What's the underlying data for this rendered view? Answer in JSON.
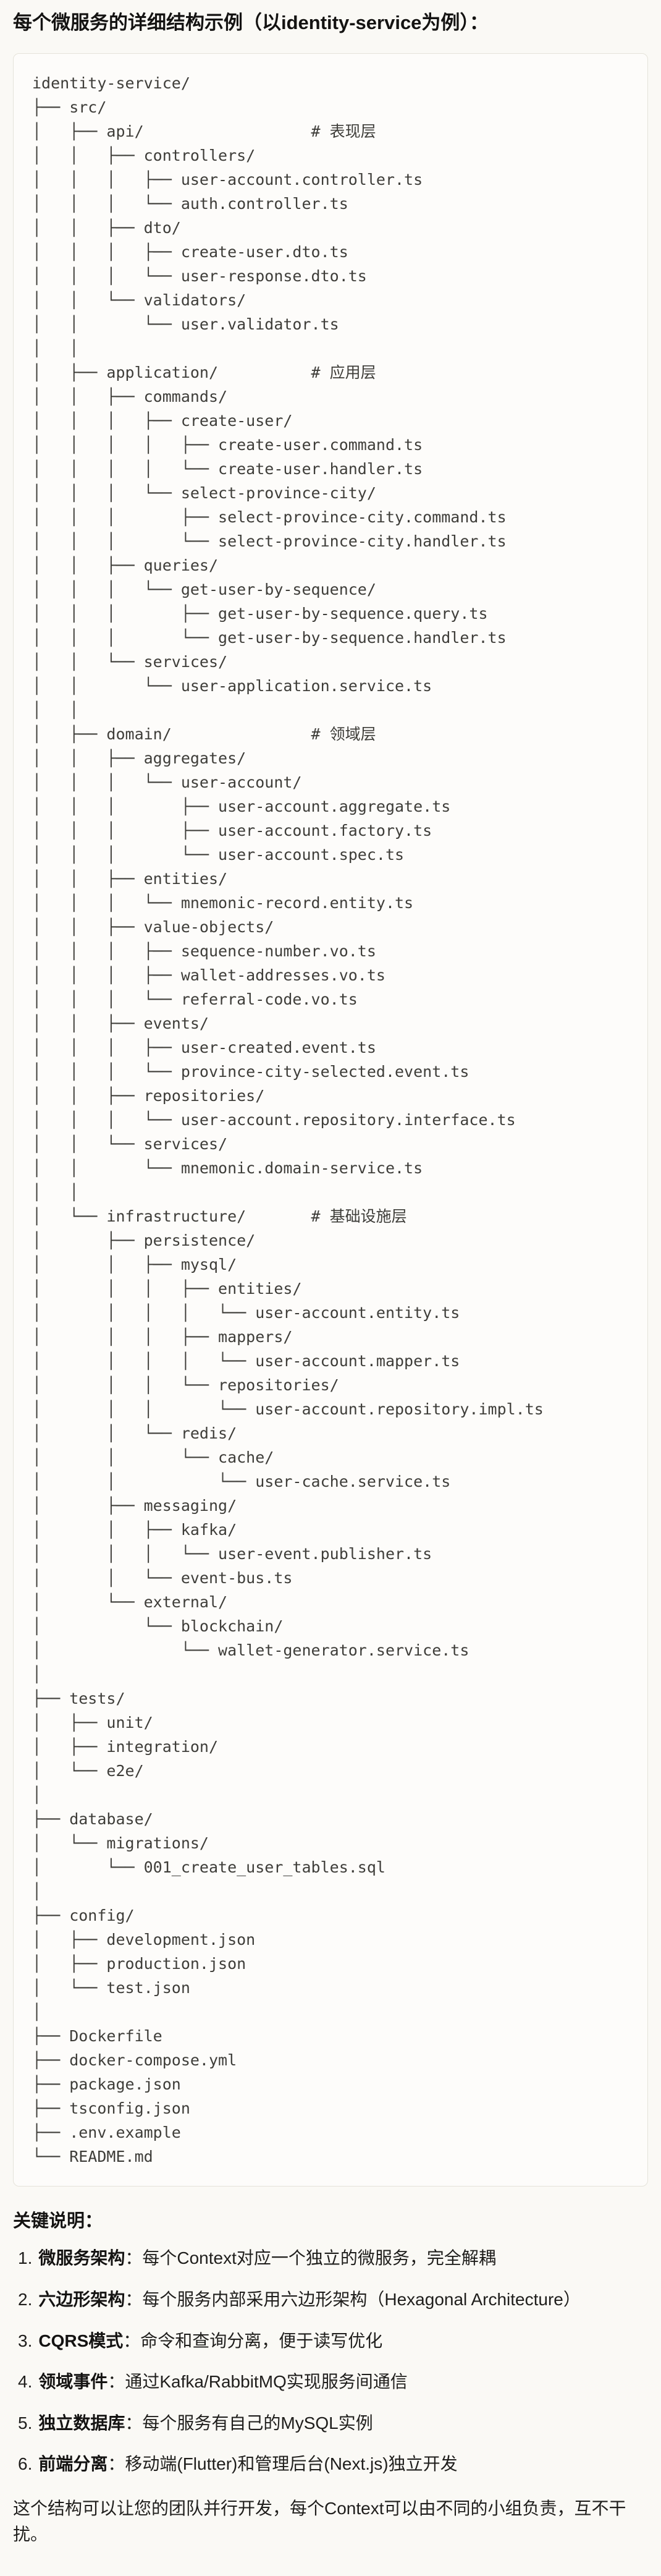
{
  "title": "每个微服务的详细结构示例（以identity-service为例）：",
  "colors": {
    "page_bg": "#FAF9F5",
    "code_bg": "#FDFCFA",
    "code_border": "#E5E3DA",
    "code_text": "#3E3D39",
    "text": "#1F1E1C"
  },
  "code_block": {
    "language": "plaintext",
    "lines": [
      "identity-service/",
      "├── src/",
      "│   ├── api/                  # 表现层",
      "│   │   ├── controllers/",
      "│   │   │   ├── user-account.controller.ts",
      "│   │   │   └── auth.controller.ts",
      "│   │   ├── dto/",
      "│   │   │   ├── create-user.dto.ts",
      "│   │   │   └── user-response.dto.ts",
      "│   │   └── validators/",
      "│   │       └── user.validator.ts",
      "│   │",
      "│   ├── application/          # 应用层",
      "│   │   ├── commands/",
      "│   │   │   ├── create-user/",
      "│   │   │   │   ├── create-user.command.ts",
      "│   │   │   │   └── create-user.handler.ts",
      "│   │   │   └── select-province-city/",
      "│   │   │       ├── select-province-city.command.ts",
      "│   │   │       └── select-province-city.handler.ts",
      "│   │   ├── queries/",
      "│   │   │   └── get-user-by-sequence/",
      "│   │   │       ├── get-user-by-sequence.query.ts",
      "│   │   │       └── get-user-by-sequence.handler.ts",
      "│   │   └── services/",
      "│   │       └── user-application.service.ts",
      "│   │",
      "│   ├── domain/               # 领域层",
      "│   │   ├── aggregates/",
      "│   │   │   └── user-account/",
      "│   │   │       ├── user-account.aggregate.ts",
      "│   │   │       ├── user-account.factory.ts",
      "│   │   │       └── user-account.spec.ts",
      "│   │   ├── entities/",
      "│   │   │   └── mnemonic-record.entity.ts",
      "│   │   ├── value-objects/",
      "│   │   │   ├── sequence-number.vo.ts",
      "│   │   │   ├── wallet-addresses.vo.ts",
      "│   │   │   └── referral-code.vo.ts",
      "│   │   ├── events/",
      "│   │   │   ├── user-created.event.ts",
      "│   │   │   └── province-city-selected.event.ts",
      "│   │   ├── repositories/",
      "│   │   │   └── user-account.repository.interface.ts",
      "│   │   └── services/",
      "│   │       └── mnemonic.domain-service.ts",
      "│   │",
      "│   └── infrastructure/       # 基础设施层",
      "│       ├── persistence/",
      "│       │   ├── mysql/",
      "│       │   │   ├── entities/",
      "│       │   │   │   └── user-account.entity.ts",
      "│       │   │   ├── mappers/",
      "│       │   │   │   └── user-account.mapper.ts",
      "│       │   │   └── repositories/",
      "│       │   │       └── user-account.repository.impl.ts",
      "│       │   └── redis/",
      "│       │       └── cache/",
      "│       │           └── user-cache.service.ts",
      "│       ├── messaging/",
      "│       │   ├── kafka/",
      "│       │   │   └── user-event.publisher.ts",
      "│       │   └── event-bus.ts",
      "│       └── external/",
      "│           └── blockchain/",
      "│               └── wallet-generator.service.ts",
      "│",
      "├── tests/",
      "│   ├── unit/",
      "│   ├── integration/",
      "│   └── e2e/",
      "│",
      "├── database/",
      "│   └── migrations/",
      "│       └── 001_create_user_tables.sql",
      "│",
      "├── config/",
      "│   ├── development.json",
      "│   ├── production.json",
      "│   └── test.json",
      "│",
      "├── Dockerfile",
      "├── docker-compose.yml",
      "├── package.json",
      "├── tsconfig.json",
      "├── .env.example",
      "└── README.md"
    ]
  },
  "notes": {
    "heading": "关键说明：",
    "items": [
      {
        "num": "1.",
        "term": "微服务架构",
        "desc": "：每个Context对应一个独立的微服务，完全解耦"
      },
      {
        "num": "2.",
        "term": "六边形架构",
        "desc": "：每个服务内部采用六边形架构（Hexagonal Architecture）"
      },
      {
        "num": "3.",
        "term": "CQRS模式",
        "desc": "：命令和查询分离，便于读写优化"
      },
      {
        "num": "4.",
        "term": "领域事件",
        "desc": "：通过Kafka/RabbitMQ实现服务间通信"
      },
      {
        "num": "5.",
        "term": "独立数据库",
        "desc": "：每个服务有自己的MySQL实例"
      },
      {
        "num": "6.",
        "term": "前端分离",
        "desc": "：移动端(Flutter)和管理后台(Next.js)独立开发"
      }
    ],
    "footer": "这个结构可以让您的团队并行开发，每个Context可以由不同的小组负责，互不干扰。"
  }
}
